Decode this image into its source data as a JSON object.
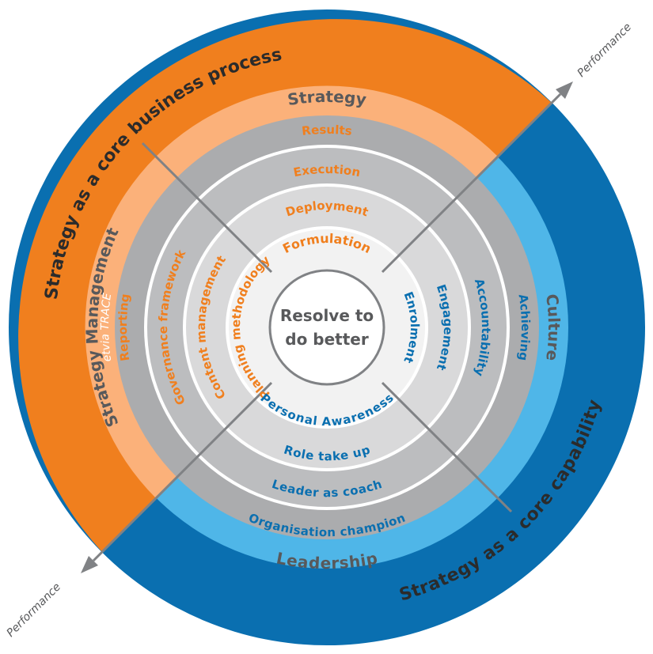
{
  "center": {
    "line1": "Resolve to",
    "line2": "do better"
  },
  "outer_ring": {
    "top_label": "Strategy as a core business process",
    "bottom_label": "Strategy as a core capability",
    "colors": {
      "orange": "#f07f1e",
      "blue": "#0a6fb0"
    }
  },
  "quadrant_ring": {
    "top": "Strategy",
    "left_line1": "Strategy Management",
    "left_line2": "etvia TRACE",
    "right": "Culture",
    "bottom": "Leadership",
    "colors": {
      "light_orange": "#fbb17a",
      "light_blue": "#4fb6e8"
    }
  },
  "axis": {
    "top_right": "Performance",
    "bottom_left": "Performance"
  },
  "top_labels": [
    "Results",
    "Execution",
    "Deployment",
    "Formulation"
  ],
  "left_labels": [
    "Reporting",
    "Governance framework",
    "Content management",
    "Planning methodology"
  ],
  "right_labels": [
    "Achieving",
    "Accountability",
    "Engagement",
    "Enrolment"
  ],
  "bottom_labels": [
    "Organisation champion",
    "Leader as coach",
    "Role take up",
    "Personal Awareness"
  ],
  "label_colors": {
    "orange": "#f07f1e",
    "blue": "#0a6fb0"
  }
}
